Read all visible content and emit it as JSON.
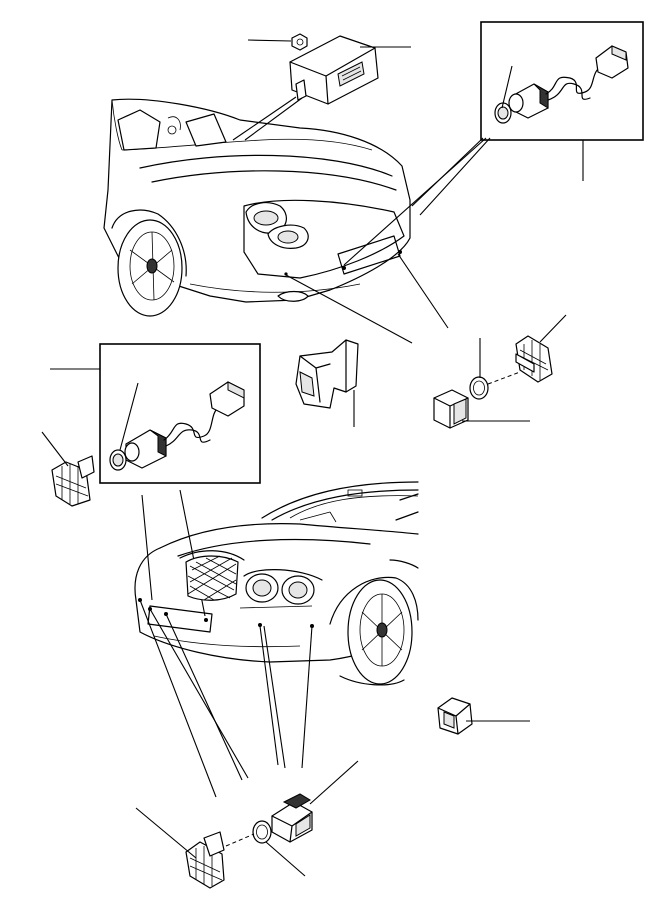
{
  "diagram": {
    "title": "",
    "colors": {
      "line": "#000000",
      "background": "#ffffff",
      "shade": "#e6e6e6"
    },
    "parts": [
      {
        "id": "control-module",
        "kind": "module"
      },
      {
        "id": "module-nut",
        "kind": "nut"
      },
      {
        "id": "rear-sensor-harness-kit",
        "kind": "sensor-with-harness"
      },
      {
        "id": "front-sensor-harness-kit",
        "kind": "sensor-with-harness"
      },
      {
        "id": "rear-bracket",
        "kind": "bracket"
      },
      {
        "id": "rear-sensor",
        "kind": "sensor"
      },
      {
        "id": "rear-sensor-seal",
        "kind": "seal-ring"
      },
      {
        "id": "rear-bezel-mount",
        "kind": "bezel"
      },
      {
        "id": "front-clip",
        "kind": "clip"
      },
      {
        "id": "front-sensor",
        "kind": "sensor"
      },
      {
        "id": "front-sensor-seal",
        "kind": "seal-ring"
      },
      {
        "id": "front-bezel-mount",
        "kind": "bezel"
      },
      {
        "id": "left-bezel-mount",
        "kind": "bezel"
      }
    ],
    "views": [
      "rear-three-quarter-convertible",
      "front-three-quarter-coupe"
    ]
  }
}
